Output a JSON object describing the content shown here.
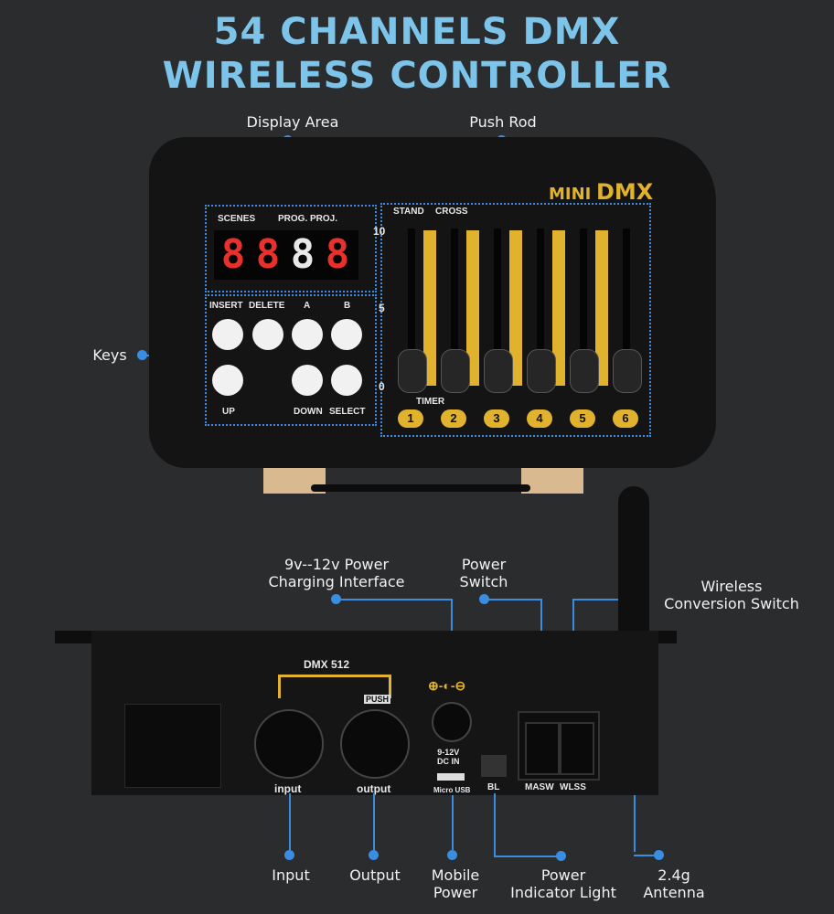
{
  "title_line1": "54 CHANNELS DMX",
  "title_line2": "WIRELESS CONTROLLER",
  "callouts": {
    "display_area": "Display Area",
    "push_rod": "Push Rod",
    "keys": "Keys",
    "power_interface": "9v--12v Power\nCharging Interface",
    "power_switch": "Power\nSwitch",
    "wireless_switch": "Wireless\nConversion Switch",
    "input": "Input",
    "output": "Output",
    "mobile_power": "Mobile\nPower",
    "power_indicator": "Power\nIndicator Light",
    "antenna": "2.4g\nAntenna"
  },
  "device": {
    "brand_mini": "MINI",
    "brand_dmx": "DMX",
    "scenes": "SCENES",
    "prog_proj": "PROG. PROJ.",
    "lcd_digits": [
      "8",
      "8",
      "8",
      "8"
    ],
    "keys_labels": [
      "INSERT",
      "DELETE",
      "A",
      "B"
    ],
    "keys_bottom_labels": [
      "UP",
      "DOWN",
      "SELECT"
    ],
    "stand": "STAND",
    "cross": "CROSS",
    "scale_10": "10",
    "scale_5": "5",
    "scale_0": "0",
    "timer": "TIMER",
    "channels": [
      "1",
      "2",
      "3",
      "4",
      "5",
      "6"
    ]
  },
  "back_panel": {
    "dmx512": "DMX 512",
    "push": "PUSH",
    "input_label": "input",
    "output_label": "output",
    "dc_in": "9-12V\nDC IN",
    "micro_usb": "Micro USB",
    "bl": "BL",
    "masw": "MASW",
    "wlss": "WLSS",
    "polarity": "⊕-◐-⊖"
  },
  "colors": {
    "accent_blue": "#3a8de0",
    "title_blue": "#7cc4ea",
    "gold": "#e1b22d",
    "background": "#2b2c2e"
  }
}
